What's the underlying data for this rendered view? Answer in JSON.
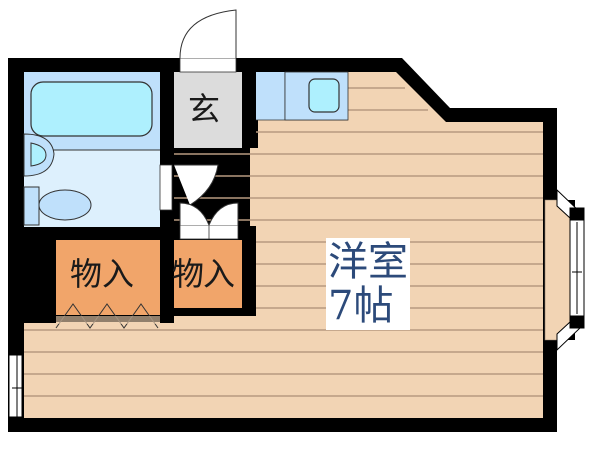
{
  "floor_plan": {
    "rooms": [
      {
        "id": "entrance",
        "label": "玄"
      },
      {
        "id": "storage_left",
        "label": "物入"
      },
      {
        "id": "storage_center",
        "label": "物入"
      },
      {
        "id": "western_room",
        "label_line1": "洋室",
        "label_line2": "7帖"
      }
    ],
    "colors": {
      "wall": "#000000",
      "floor_wood": "#f2d4b4",
      "floor_line": "#b89a80",
      "bath_area": "#bfe0fb",
      "toilet_area": "#ddf0fd",
      "tub": "#aef0fe",
      "entrance": "#dcdcdc",
      "storage": "#f1a56a",
      "room_label_text": "#2c4a7a"
    }
  }
}
